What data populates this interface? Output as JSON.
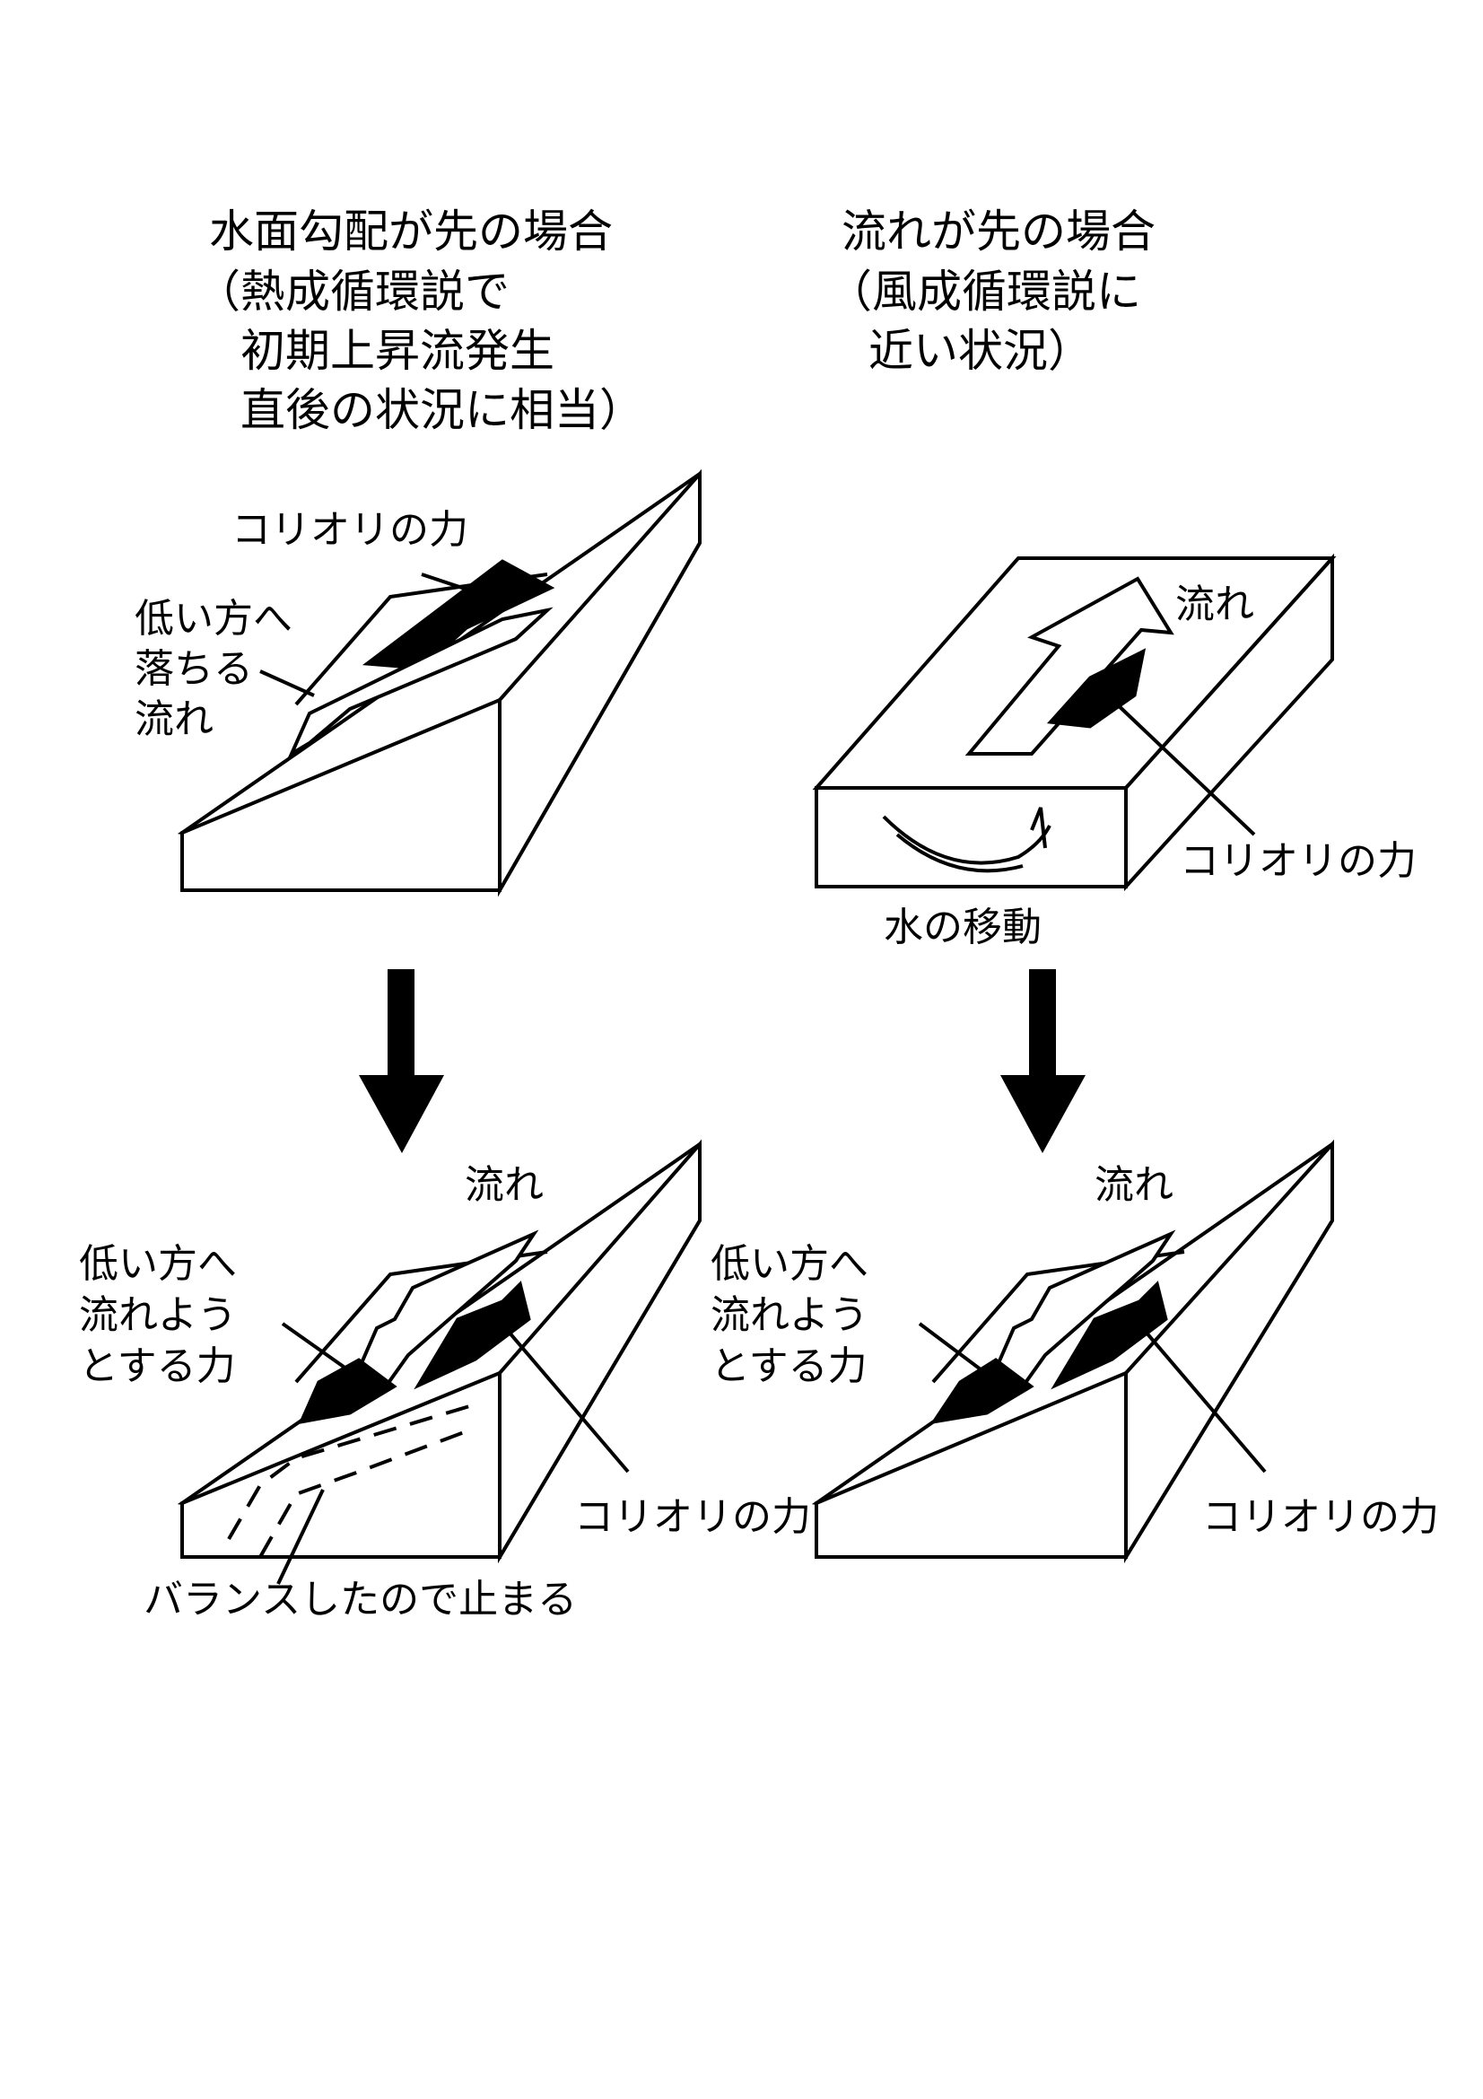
{
  "left_heading": {
    "line1": "水面勾配が先の場合",
    "line2": "（熱成循環説で",
    "line3": "初期上昇流発生",
    "line4": "直後の状況に相当）"
  },
  "right_heading": {
    "line1": "流れが先の場合",
    "line2": "（風成循環説に",
    "line3": "近い状況）"
  },
  "panel_top_left": {
    "coriolis": "コリオリの力",
    "falling_flow": [
      "低い方へ",
      "落ちる",
      "流れ"
    ]
  },
  "panel_top_right": {
    "flow": "流れ",
    "coriolis": "コリオリの力",
    "water_movement": "水の移動"
  },
  "panel_bottom_left": {
    "flow": "流れ",
    "lower_force": [
      "低い方へ",
      "流れよう",
      "とする力"
    ],
    "coriolis": "コリオリの力",
    "balance": "バランスしたので止まる"
  },
  "panel_bottom_right": {
    "flow": "流れ",
    "lower_force": [
      "低い方へ",
      "流れよう",
      "とする力"
    ],
    "coriolis": "コリオリの力"
  }
}
